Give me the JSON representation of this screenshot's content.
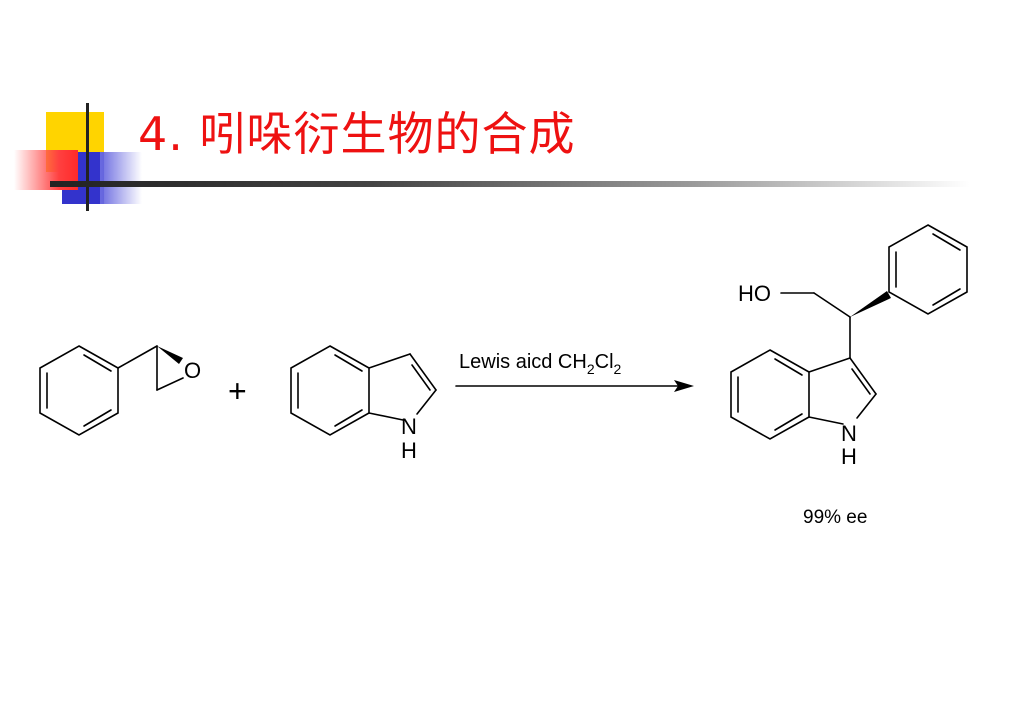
{
  "slide": {
    "title_number": "4.",
    "title_text": "吲哚衍生物的合成",
    "accent_colors": {
      "title": "#ee1111",
      "square_yellow": "#ffd400",
      "square_blue": "#3333cc",
      "square_red": "#ff3333"
    }
  },
  "scheme": {
    "reactant1_atom_O": "O",
    "plus_sign": "+",
    "reactant2_atom_N": "N",
    "reactant2_atom_H": "H",
    "conditions_prefix": "Lewis aicd  CH",
    "conditions_sub1": "2",
    "conditions_mid": "Cl",
    "conditions_sub2": "2",
    "product_atom_HO": "HO",
    "product_atom_N": "N",
    "product_atom_H": "H",
    "product_ee": "99% ee"
  }
}
